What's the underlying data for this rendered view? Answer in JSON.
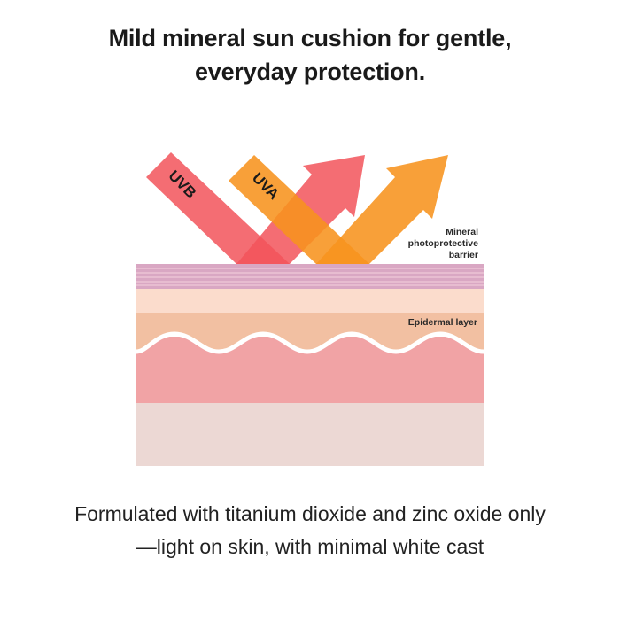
{
  "headline": {
    "line1": "Mild mineral sun cushion for gentle,",
    "line2": "everyday protection."
  },
  "diagram": {
    "rays": [
      {
        "label": "UVB",
        "color": "#f2545b"
      },
      {
        "label": "UVA",
        "color": "#f7931e"
      }
    ],
    "barrier_label": {
      "line1": "Mineral",
      "line2": "photoprotective",
      "line3": "barrier"
    },
    "layer_label": "Epidermal layer",
    "colors": {
      "barrier": "#d9a7c3",
      "barrier_stripes": "#f0c8d8",
      "upper_skin": "#fbdccc",
      "epidermis": "#f2c0a2",
      "dermis": "#f1a3a5",
      "base": "#ecd8d4"
    }
  },
  "caption": {
    "line1": "Formulated with titanium dioxide and zinc oxide only",
    "line2": "—light on skin, with minimal white cast"
  }
}
